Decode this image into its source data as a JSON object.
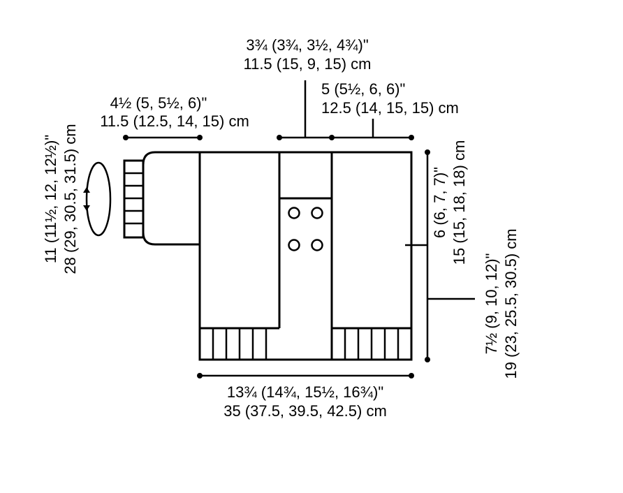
{
  "diagram": {
    "ink_color": "#000000",
    "background_color": "#ffffff",
    "measurements": {
      "neck_width": {
        "in": "3¾ (3¾, 3½, 4¾)\"",
        "cm": "11.5 (15, 9, 15) cm"
      },
      "shoulder": {
        "in": "5 (5½, 6, 6)\"",
        "cm": "12.5 (14, 15, 15) cm"
      },
      "sleeve_length": {
        "in": "4½ (5, 5½, 6)\"",
        "cm": "11.5 (12.5, 14, 15) cm"
      },
      "sleeve_circ": {
        "in": "11 (11½, 12, 12½)\"",
        "cm": "28 (29, 30.5, 31.5) cm"
      },
      "armhole": {
        "in": "6 (6, 7, 7)\"",
        "cm": "15 (15, 18, 18) cm"
      },
      "side_length": {
        "in": "7½ (9, 10, 12)\"",
        "cm": "19 (23, 25.5, 30.5) cm"
      },
      "body_width": {
        "in": "13¾ (14¾, 15½, 16¾)\"",
        "cm": "35 (37.5, 39.5, 42.5) cm"
      }
    },
    "icons": [
      "buttonhole-icon",
      "circular-arrow-icon"
    ]
  }
}
